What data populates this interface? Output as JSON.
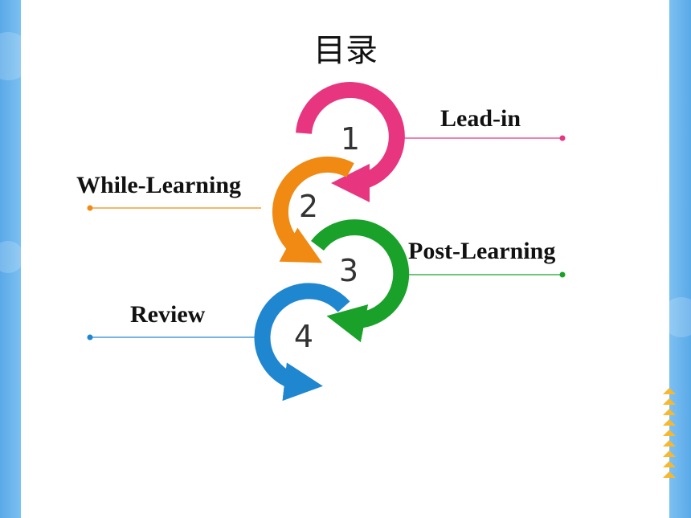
{
  "slide": {
    "title": "目录"
  },
  "items": [
    {
      "number": "1",
      "label": "Lead-in",
      "color": "#e8357f"
    },
    {
      "number": "2",
      "label": "While-Learning",
      "color": "#f08a13"
    },
    {
      "number": "3",
      "label": "Post-Learning",
      "color": "#1aa12a"
    },
    {
      "number": "4",
      "label": "Review",
      "color": "#1f86d0"
    }
  ],
  "decor": {
    "frame_color": "#6bb6ef",
    "arrow_strip_color": "#f5b830"
  }
}
